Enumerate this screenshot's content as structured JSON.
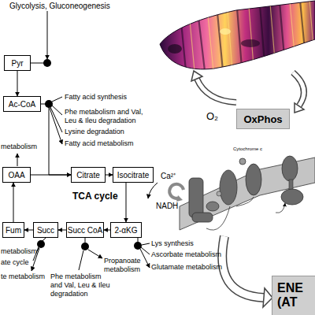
{
  "diagram": {
    "nodes": [
      {
        "text": [
          "Pyr"
        ]
      },
      {
        "text": [
          "Ac-CoA"
        ]
      },
      {
        "text": [
          "OAA"
        ]
      },
      {
        "text": [
          "Citrate"
        ]
      },
      {
        "text": [
          "Isocitrate"
        ]
      },
      {
        "text": [
          "Fum"
        ]
      },
      {
        "text": [
          "Succ"
        ]
      },
      {
        "text": [
          "Succ CoA"
        ]
      },
      {
        "text": [
          "2-αKG"
        ]
      },
      {
        "text": [
          "OxPhos"
        ]
      },
      {
        "text": [
          "ENE (AT"
        ]
      }
    ],
    "edges": [
      {
        "from": 0,
        "to": 1,
        "arrow": "to"
      },
      {
        "from": 1,
        "to": 3,
        "arrow": "to"
      },
      {
        "from": 2,
        "to": 3,
        "arrow": "to"
      },
      {
        "from": 3,
        "to": 4,
        "arrow": "to"
      },
      {
        "from": 4,
        "to": 8,
        "arrow": "to"
      },
      {
        "from": 8,
        "to": 7,
        "arrow": "to"
      },
      {
        "from": 7,
        "to": 6,
        "arrow": "to"
      },
      {
        "from": 6,
        "to": 5,
        "arrow": "to"
      },
      {
        "from": 5,
        "to": 2,
        "arrow": "to"
      }
    ],
    "labels": [
      "Glycolysis, Gluconeogenesis",
      "Fatty acid synthesis",
      "Phe metabolism and Val, Leu & Ileu degradation",
      "Lysine degradation",
      "Fatty acid metabolism",
      "metabolism",
      "TCA cycle",
      "Ca²⁺",
      "NADH",
      "O₂",
      "Cytochrome c",
      "metabolism",
      "ate cycle",
      "te metabolism",
      "Phe metabolism and Val, Leu & Ileu degradation",
      "Propanoate metabolism",
      "Lys synthesis",
      "Ascorbate metabolism",
      "Glutamate metabolism"
    ]
  }
}
